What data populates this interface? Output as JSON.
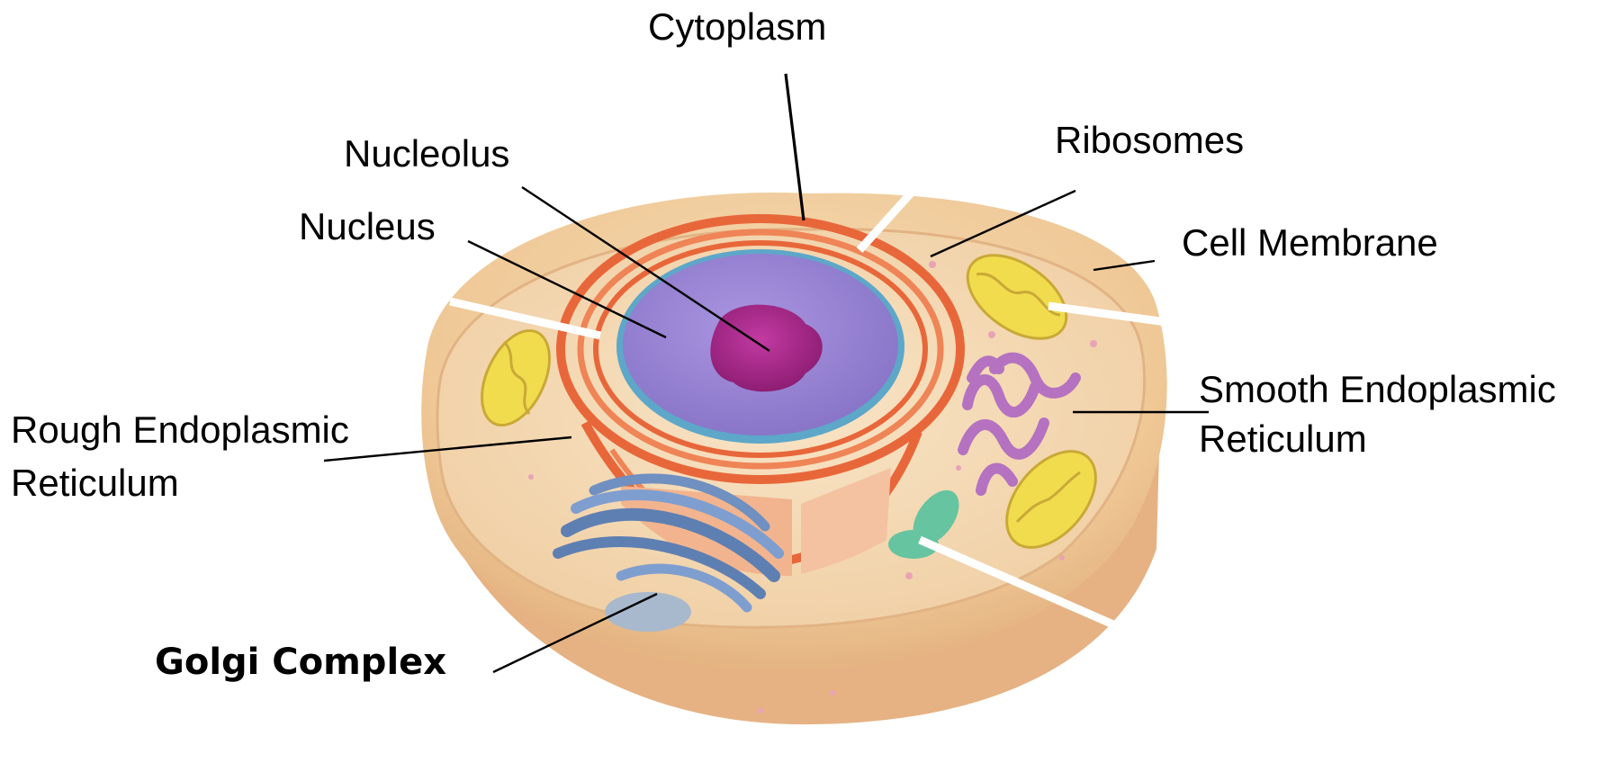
{
  "labels": {
    "cytoplasm": "Cytoplasm",
    "nucleolus": "Nucleolus",
    "nucleus": "Nucleus",
    "ribosomes": "Ribosomes",
    "cell_membrane": "Cell Membrane",
    "smooth_er_line1": "Smooth Endoplasmic",
    "smooth_er_line2": "Reticulum",
    "rough_er_line1": "Rough Endoplasmic",
    "rough_er_line2": "Reticulum",
    "golgi": "Golgi Complex"
  },
  "colors": {
    "cell_body": "#f0c99a",
    "cell_side": "#e6b283",
    "cytoplasm_top": "#f5dcb8",
    "nucleus": "#9b84d4",
    "nucleus_rim": "#5da7c9",
    "nucleolus": "#a8288a",
    "rough_er": "#e8673a",
    "mitochondria": "#f1dc4e",
    "smooth_er": "#b572c0",
    "golgi": "#6f90c0",
    "centriole": "#66c4a0"
  }
}
